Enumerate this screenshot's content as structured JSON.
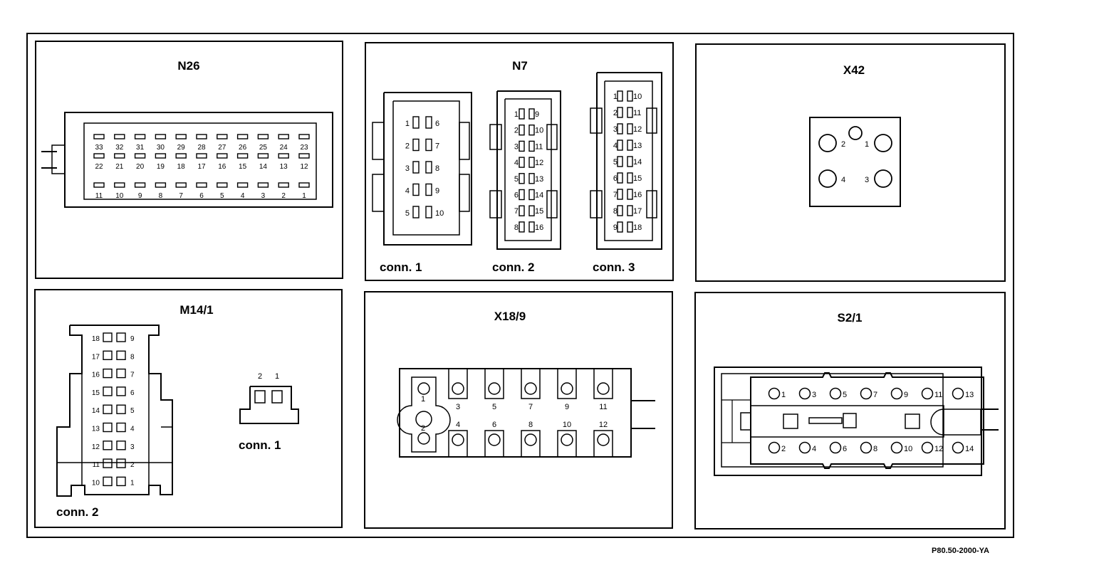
{
  "figure_ref": "P80.50-2000-YA",
  "panels": {
    "n26": {
      "title": "N26",
      "row1": [
        "33",
        "32",
        "31",
        "30",
        "29",
        "28",
        "27",
        "26",
        "25",
        "24",
        "23"
      ],
      "row2": [
        "22",
        "21",
        "20",
        "19",
        "18",
        "17",
        "16",
        "15",
        "14",
        "13",
        "12"
      ],
      "row3": [
        "11",
        "10",
        "9",
        "8",
        "7",
        "6",
        "5",
        "4",
        "3",
        "2",
        "1"
      ]
    },
    "n7": {
      "title": "N7",
      "conn1": {
        "label": "conn. 1",
        "left": [
          "1",
          "2",
          "3",
          "4",
          "5"
        ],
        "right": [
          "6",
          "7",
          "8",
          "9",
          "10"
        ]
      },
      "conn2": {
        "label": "conn. 2",
        "left": [
          "1",
          "2",
          "3",
          "4",
          "5",
          "6",
          "7",
          "8"
        ],
        "right": [
          "9",
          "10",
          "11",
          "12",
          "13",
          "14",
          "15",
          "16"
        ]
      },
      "conn3": {
        "label": "conn. 3",
        "left": [
          "1",
          "2",
          "3",
          "4",
          "5",
          "6",
          "7",
          "8",
          "9"
        ],
        "right": [
          "10",
          "11",
          "12",
          "13",
          "14",
          "15",
          "16",
          "17",
          "18"
        ]
      }
    },
    "x42": {
      "title": "X42",
      "pins": [
        "1",
        "2",
        "3",
        "4"
      ]
    },
    "m14_1": {
      "title": "M14/1",
      "conn2": {
        "label": "conn. 2",
        "left": [
          "18",
          "17",
          "16",
          "15",
          "14",
          "13",
          "12",
          "11",
          "10"
        ],
        "right": [
          "9",
          "8",
          "7",
          "6",
          "5",
          "4",
          "3",
          "2",
          "1"
        ]
      },
      "conn1": {
        "label": "conn. 1",
        "pins": [
          "2",
          "1"
        ]
      }
    },
    "x18_9": {
      "title": "X18/9",
      "top": [
        "1",
        "3",
        "5",
        "7",
        "9",
        "11"
      ],
      "bottom": [
        "2",
        "4",
        "6",
        "8",
        "10",
        "12"
      ]
    },
    "s2_1": {
      "title": "S2/1",
      "top": [
        "1",
        "3",
        "5",
        "7",
        "9",
        "11",
        "13"
      ],
      "bottom": [
        "2",
        "4",
        "6",
        "8",
        "10",
        "12",
        "14"
      ]
    }
  }
}
